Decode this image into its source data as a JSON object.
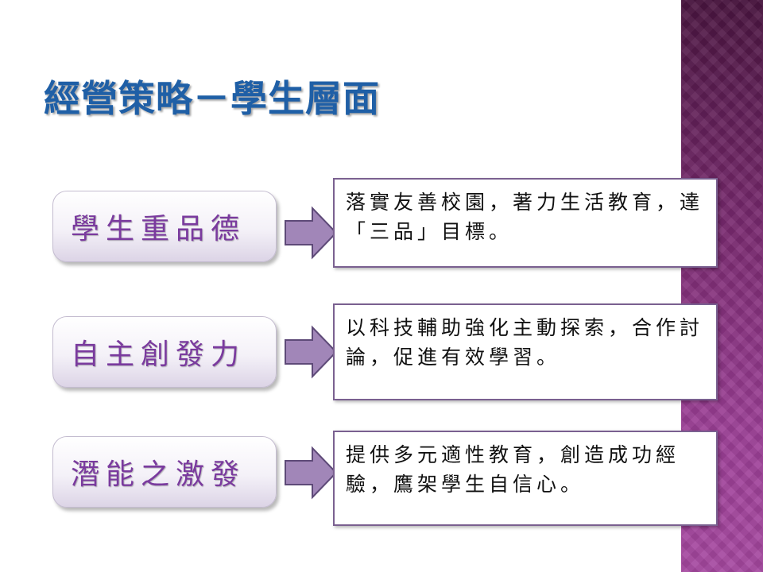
{
  "slide": {
    "title": "經營策略－學生層面",
    "rows": [
      {
        "label": "學生重品德",
        "description": "落實友善校園，著力生活教育，達「三品」目標。"
      },
      {
        "label": "自主創發力",
        "description": "以科技輔助強化主動探索，合作討論，促進有效學習。"
      },
      {
        "label": "潛能之激發",
        "description": "提供多元適性教育，創造成功經驗，鷹架學生自信心。"
      }
    ]
  }
}
